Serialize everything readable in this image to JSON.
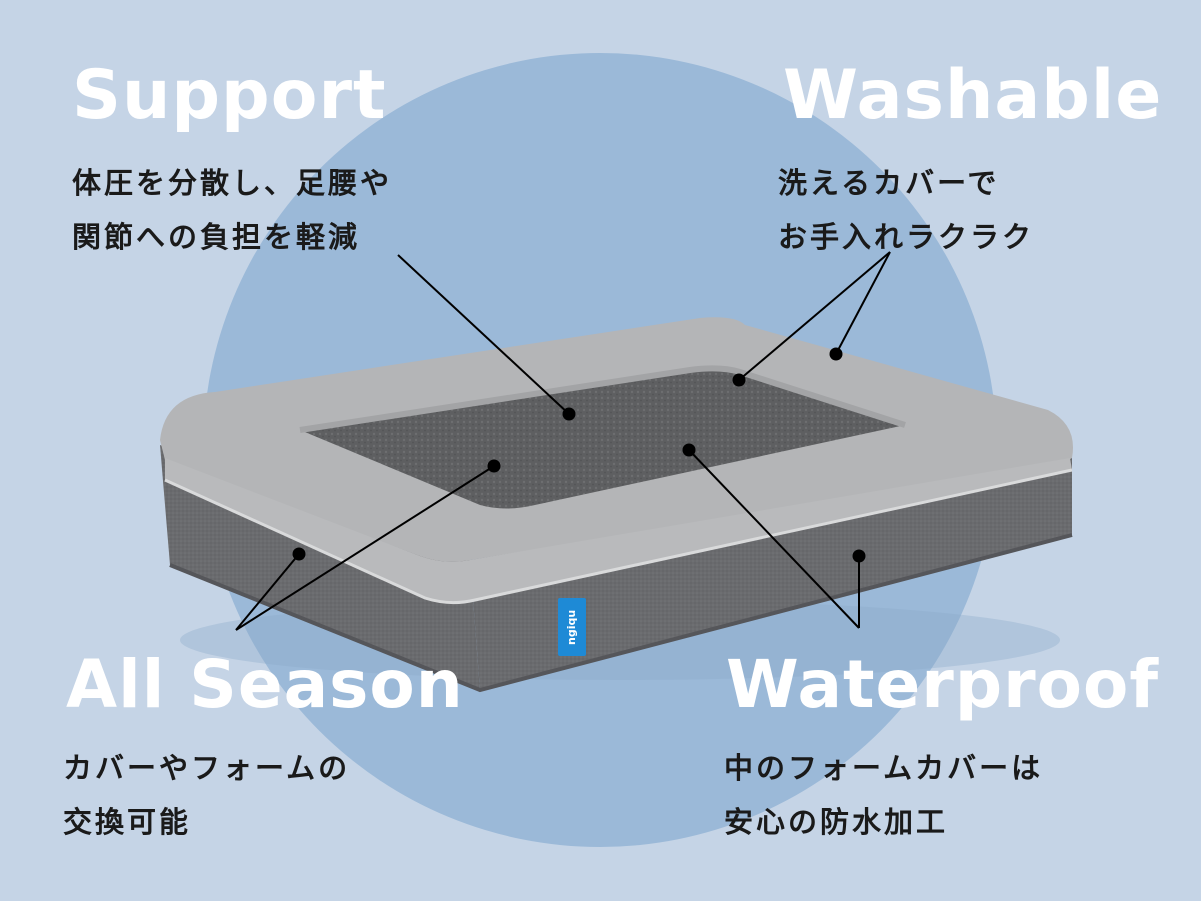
{
  "features": {
    "support": {
      "title": "Support",
      "lines": [
        "体圧を分散し、足腰や",
        "関節への負担を軽減"
      ]
    },
    "washable": {
      "title": "Washable",
      "lines": [
        "洗えるカバーで",
        "お手入れラクラク"
      ]
    },
    "allseason": {
      "title": "All Season",
      "lines": [
        "カバーやフォームの",
        "交換可能"
      ]
    },
    "waterproof": {
      "title": "Waterproof",
      "lines": [
        "中のフォームカバーは",
        "安心の防水加工"
      ]
    }
  },
  "product": {
    "tag_text": "ngiqu"
  },
  "colors": {
    "background": "#c5d4e6",
    "circle": "#9bb9d8",
    "bolster": "#b4b5b7",
    "base": "#6b6c6f",
    "cushion": "#5f6062",
    "tag": "#1e8ad6"
  }
}
